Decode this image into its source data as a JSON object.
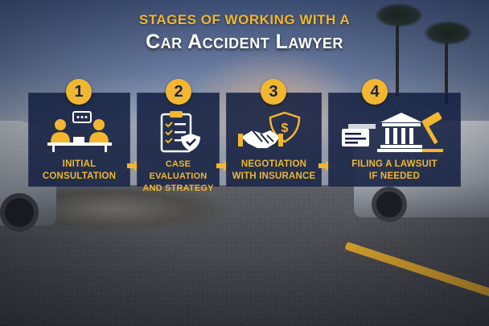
{
  "title_line1": "STAGES OF WORKING WITH A",
  "title_line2": "Car Accident Lawyer",
  "stages": [
    {
      "number": "1",
      "label_line1": "INITIAL",
      "label_line2": "CONSULTATION",
      "icon": "consultation-icon"
    },
    {
      "number": "2",
      "label_line1": "CASE EVALUATION",
      "label_line2": "AND STRATEGY",
      "icon": "clipboard-checklist-icon"
    },
    {
      "number": "3",
      "label_line1": "NEGOTIATION",
      "label_line2": "WITH INSURANCE",
      "icon": "handshake-shield-icon"
    },
    {
      "number": "4",
      "label_line1": "FILING A LAWSUIT",
      "label_line2": "IF NEEDED",
      "icon": "courthouse-gavel-icon"
    }
  ],
  "colors": {
    "accent": "#f2b731",
    "panel": "#131e40",
    "title_text": "#ffffff"
  }
}
